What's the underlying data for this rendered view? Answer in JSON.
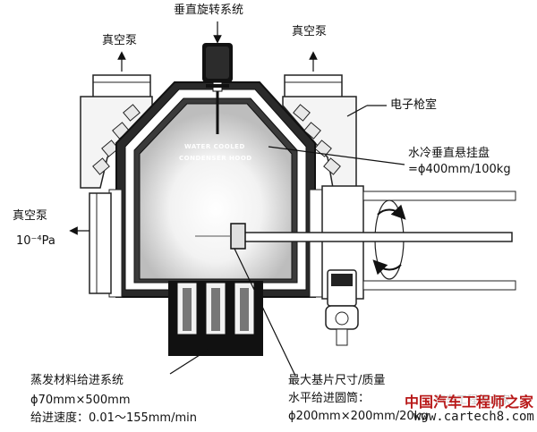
{
  "labels": {
    "vertical_rotation": "垂直旋转系统",
    "vacuum_pump_left": "真空泵",
    "vacuum_pump_right": "真空泵",
    "electron_gun_chamber": "电子枪室",
    "water_cooled_hanger_line1": "水冷垂直悬挂盘",
    "water_cooled_hanger_line2": "=ϕ400mm/100kg",
    "vacuum_pump_side_line1": "真空泵",
    "vacuum_pump_side_line2": "10⁻⁴Pa",
    "hood_text_line1": "WATER COOLED",
    "hood_text_line2": "CONDENSER HOOD",
    "feed_system_line1": "蒸发材料给进系统",
    "feed_system_line2": "ϕ70mm×500mm",
    "feed_system_line3": "给进速度：0.01～155mm/min",
    "substrate_line1": "最大基片尺寸/质量",
    "substrate_line2": "水平给进圆筒：",
    "substrate_line3": "ϕ200mm×200mm/20kg"
  },
  "watermark": {
    "brand": "中国汽车工程师之家",
    "url": "www.cartech8.com",
    "faint": "汽车工程师之家"
  }
}
